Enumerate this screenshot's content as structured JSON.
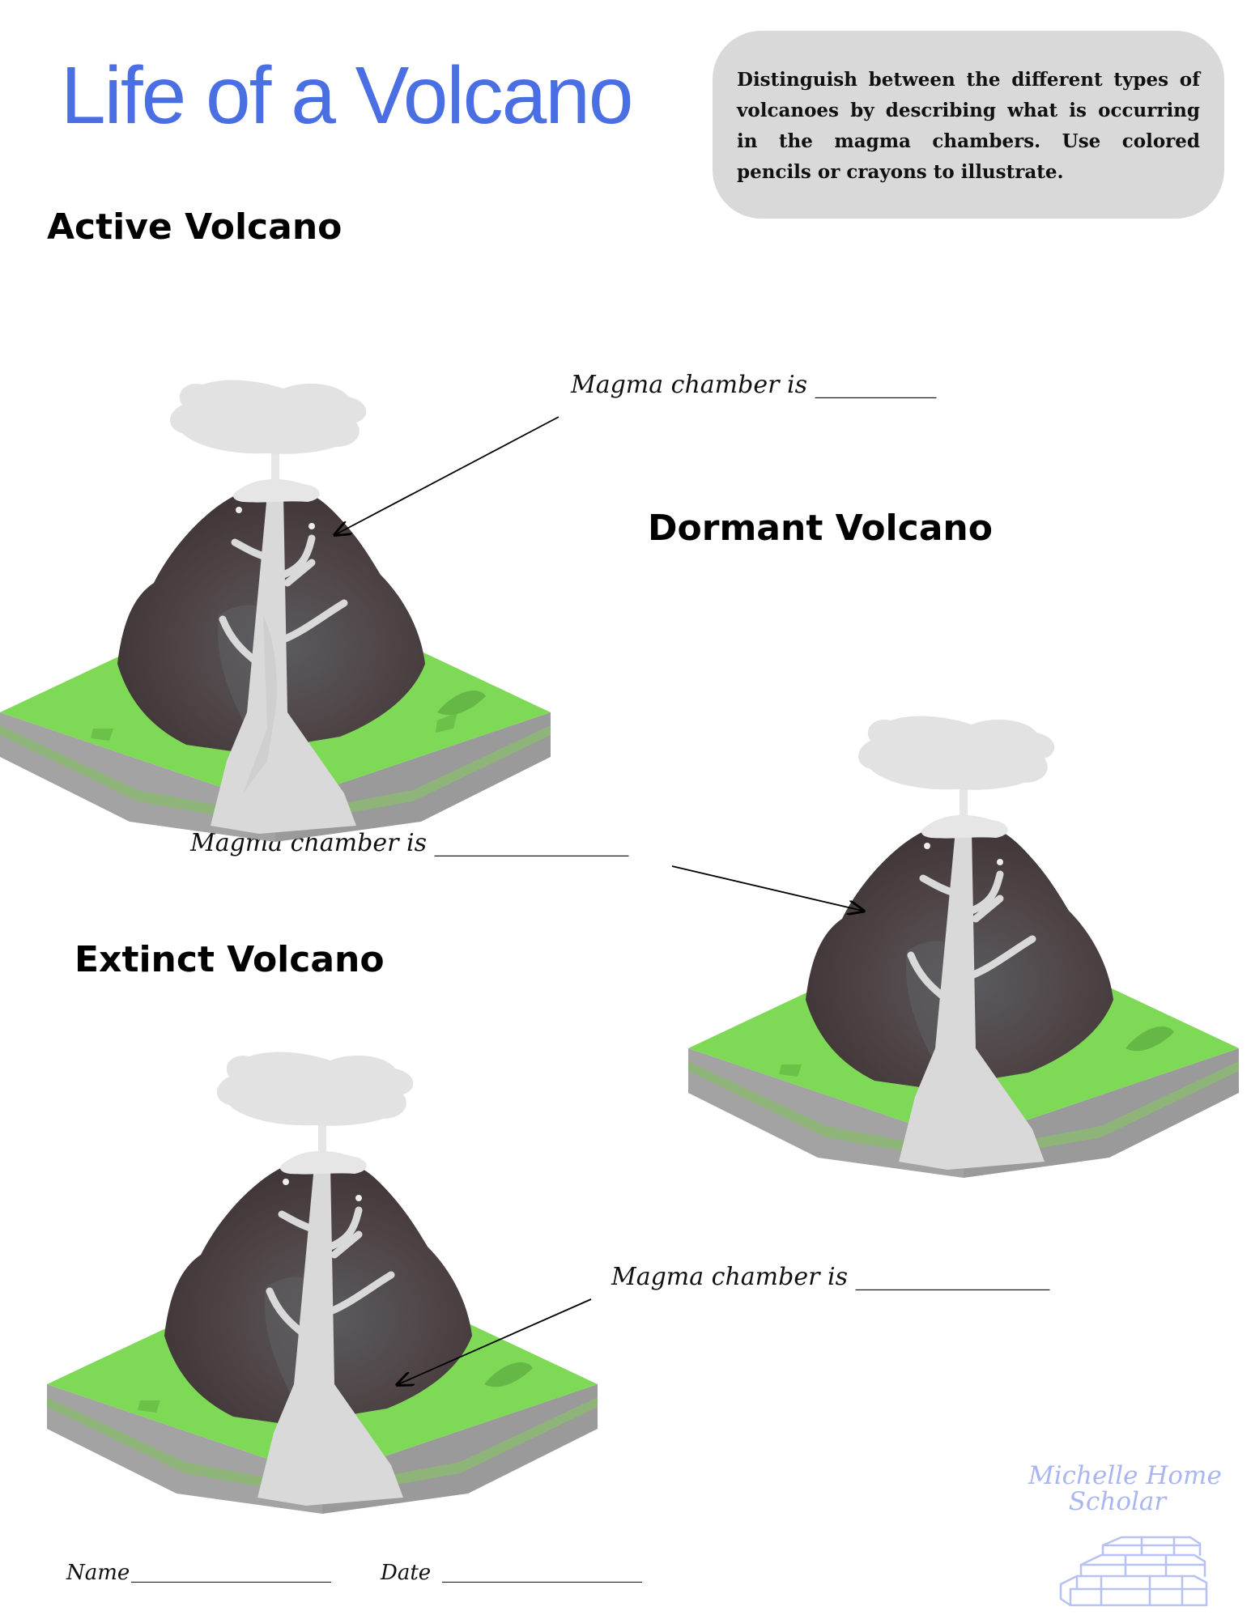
{
  "page": {
    "title": "Life of a Volcano",
    "instructions": "Distinguish between the different types of volcanoes by describing what is occurring in the magma chambers. Use colored pencils or crayons to illustrate."
  },
  "sections": {
    "active": {
      "heading": "Active Volcano",
      "label": "Magma chamber is __________"
    },
    "dormant": {
      "heading": "Dormant Volcano",
      "label": "Magma chamber is ________________"
    },
    "extinct": {
      "heading": "Extinct Volcano",
      "label": "Magma chamber is ________________"
    }
  },
  "footer": {
    "name_label": "Name",
    "name_line": "___________________",
    "date_label": "Date",
    "date_line": "___________________"
  },
  "branding": {
    "line1": "Michelle Home",
    "line2": "Scholar"
  },
  "colors": {
    "title": "#4a6fe3",
    "instruction_box": "#d9d9d9",
    "grass": "#7ed957",
    "rock": "#504344",
    "ash": "#d9d9d9",
    "logo": "#b7c2f2"
  }
}
